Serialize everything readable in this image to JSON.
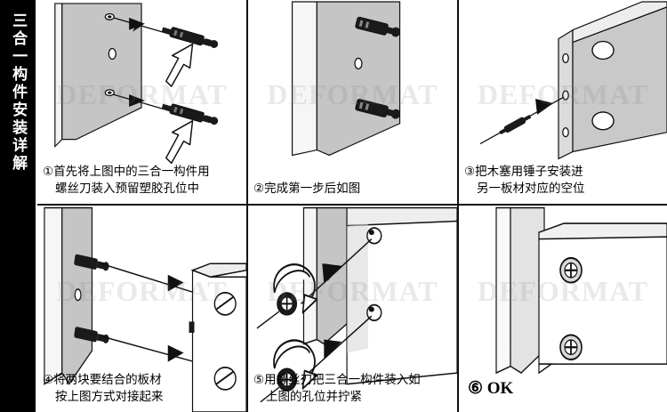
{
  "sidebar": {
    "title": "三合一构件安装详解"
  },
  "watermark": {
    "text": "DEFORMAT"
  },
  "colors": {
    "background": "#ffffff",
    "border": "#111111",
    "sidebar_bg": "#000000",
    "sidebar_text": "#ffffff",
    "board_light": "#e9e9e9",
    "board_mid": "#c5c5c5",
    "board_dark": "#9a9a9a",
    "ink": "#111111",
    "watermark": "rgba(120,120,120,0.16)"
  },
  "panels": [
    {
      "id": "panel-1",
      "step_number": "①",
      "caption_line1": "①首先将上图中的三合一构件用",
      "caption_line2": "螺丝刀装入预留塑胶孔位中",
      "caption_full": "①首先将上图中的三合一构件用螺丝刀装入预留塑胶孔位中",
      "figure_alt": "board-with-screwdriver-inserting-connector"
    },
    {
      "id": "panel-2",
      "step_number": "②",
      "caption_line1": "②完成第一步后如图",
      "caption_line2": "",
      "caption_full": "②完成第一步后如图",
      "figure_alt": "board-with-two-connector-bolts-installed"
    },
    {
      "id": "panel-3",
      "step_number": "③",
      "caption_line1": "③把木塞用锤子安装进",
      "caption_line2": "另一板材对应的空位",
      "caption_full": "③把木塞用锤子安装进另一板材对应的空位",
      "figure_alt": "second-board-with-dowel-being-inserted"
    },
    {
      "id": "panel-4",
      "step_number": "④",
      "caption_line1": "④将两块要结合的板材",
      "caption_line2": "按上图方式对接起来",
      "caption_full": "④将两块要结合的板材按上图方式对接起来",
      "figure_alt": "two-boards-aligned-for-joining"
    },
    {
      "id": "panel-5",
      "step_number": "⑤",
      "caption_line1": "⑤用螺丝刀把三合一构件装入如",
      "caption_line2": "上图的孔位并拧紧",
      "caption_full": "⑤用螺丝刀把三合一构件装入如上图的孔位并拧紧",
      "figure_alt": "screws-being-tightened-with-rotation-arrows"
    },
    {
      "id": "panel-6",
      "step_number": "⑥",
      "caption_line1": "⑥ OK",
      "caption_line2": "",
      "caption_full": "⑥ OK",
      "ok_text": "OK",
      "figure_alt": "completed-corner-joint-with-two-screws"
    }
  ]
}
